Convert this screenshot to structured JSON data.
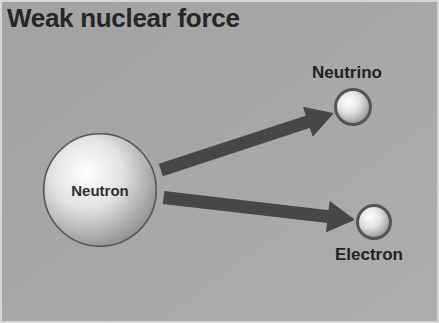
{
  "diagram": {
    "title": "Weak nuclear force",
    "nodes": [
      {
        "text": [
          "Neutron"
        ]
      },
      {
        "text": [
          "Neutrino"
        ]
      },
      {
        "text": [
          "Electron"
        ]
      }
    ],
    "edges": [
      {
        "from": 0,
        "to": 1,
        "arrow": "to"
      },
      {
        "from": 0,
        "to": 2,
        "arrow": "to"
      }
    ]
  }
}
